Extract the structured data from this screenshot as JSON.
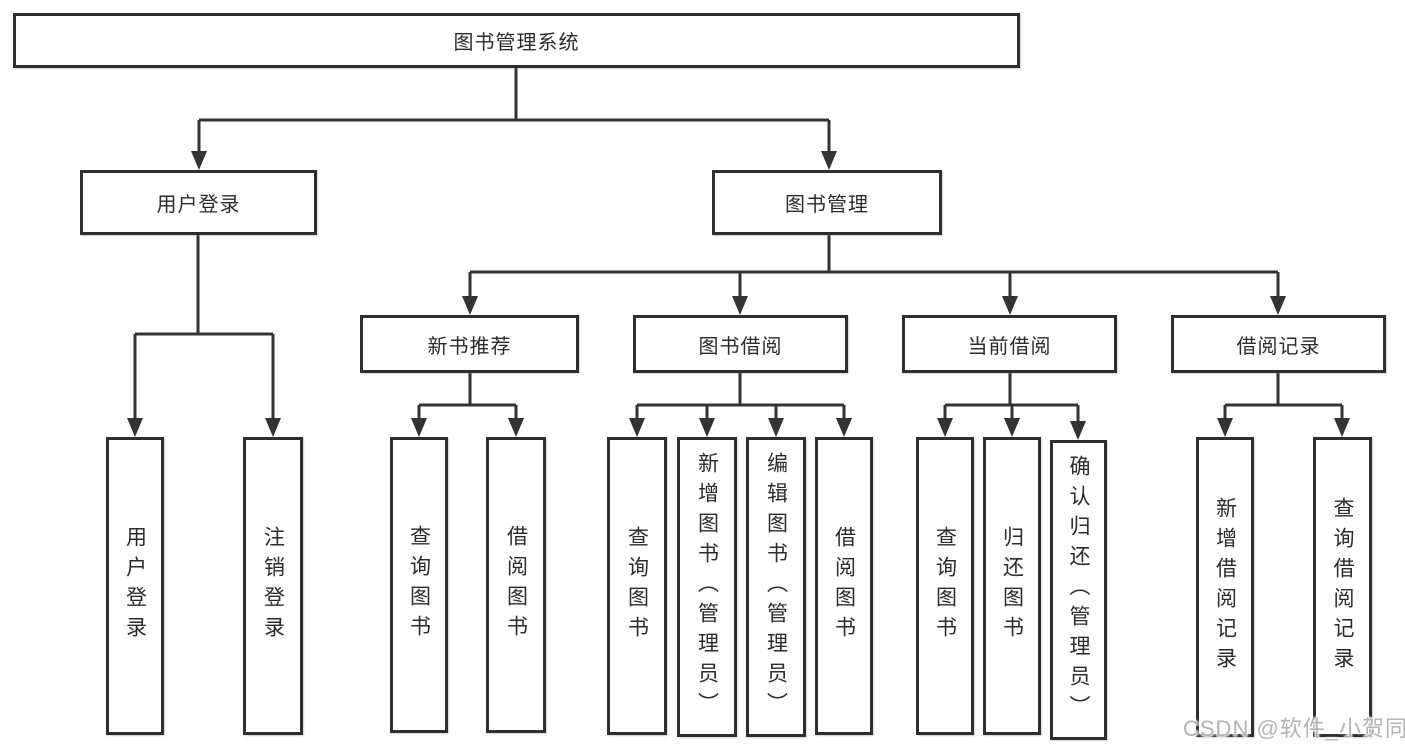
{
  "diagram": {
    "root": {
      "label": "图书管理系统",
      "children": [
        {
          "label": "用户登录",
          "children": [
            {
              "label": "用户登录"
            },
            {
              "label": "注销登录"
            }
          ]
        },
        {
          "label": "图书管理",
          "children": [
            {
              "label": "新书推荐",
              "children": [
                {
                  "label": "查询图书"
                },
                {
                  "label": "借阅图书"
                }
              ]
            },
            {
              "label": "图书借阅",
              "children": [
                {
                  "label": "查询图书"
                },
                {
                  "label": "新增图书（管理员）"
                },
                {
                  "label": "编辑图书（管理员）"
                },
                {
                  "label": "借阅图书"
                }
              ]
            },
            {
              "label": "当前借阅",
              "children": [
                {
                  "label": "查询图书"
                },
                {
                  "label": "归还图书"
                },
                {
                  "label": "确认归还（管理员）"
                }
              ]
            },
            {
              "label": "借阅记录",
              "children": [
                {
                  "label": "新增借阅记录"
                },
                {
                  "label": "查询借阅记录"
                }
              ]
            }
          ]
        }
      ]
    }
  },
  "watermark": {
    "text": "CSDN @软件_小贺同学"
  },
  "colors": {
    "line": "#333333",
    "box_border": "#2e2e2e",
    "text": "#2b2b2b",
    "background": "#ffffff",
    "watermark": "#b3b3b3"
  }
}
